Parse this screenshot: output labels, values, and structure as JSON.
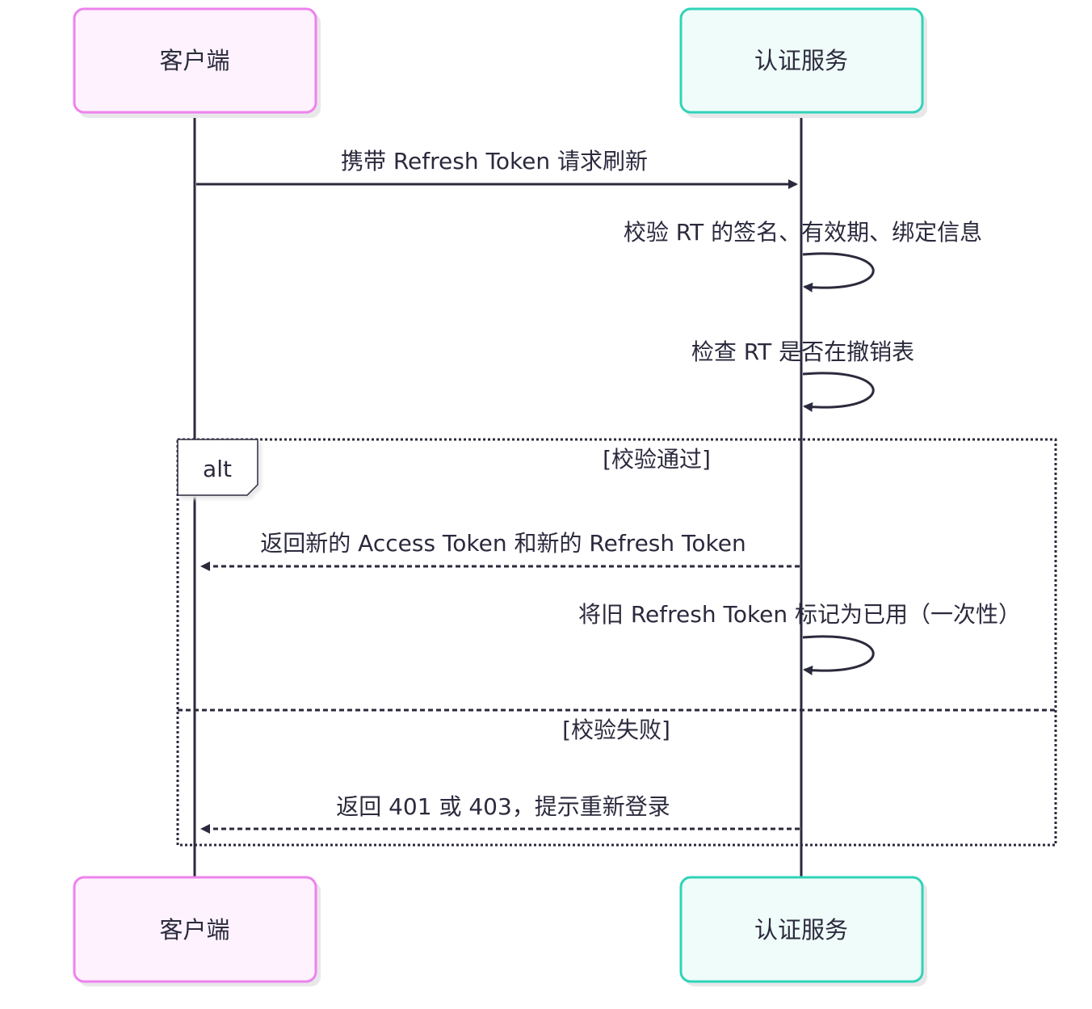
{
  "diagram": {
    "type": "sequence",
    "participants": [
      {
        "id": "client",
        "label": "客户端",
        "border": "#ee82ee",
        "fill": "#fdf2fd"
      },
      {
        "id": "auth",
        "label": "认证服务",
        "border": "#2fd3b8",
        "fill": "#effcf9"
      }
    ],
    "messages": [
      {
        "from": "client",
        "to": "auth",
        "label": "携带 Refresh Token 请求刷新",
        "style": "solid"
      },
      {
        "from": "auth",
        "to": "auth",
        "label": "校验 RT 的签名、有效期、绑定信息",
        "style": "solid"
      },
      {
        "from": "auth",
        "to": "auth",
        "label": "检查 RT 是否在撤销表",
        "style": "solid"
      },
      {
        "from": "auth",
        "to": "client",
        "label": "返回新的 Access Token 和新的 Refresh Token",
        "style": "dashed"
      },
      {
        "from": "auth",
        "to": "auth",
        "label": "将旧 Refresh Token 标记为已用（一次性）",
        "style": "solid"
      },
      {
        "from": "auth",
        "to": "client",
        "label": "返回 401 或 403，提示重新登录",
        "style": "dashed"
      }
    ],
    "fragment": {
      "kind": "alt",
      "sections": [
        {
          "condition": "[校验通过]"
        },
        {
          "condition": "[校验失败]"
        }
      ]
    },
    "colors": {
      "line": "#2b2a3d",
      "text": "#2b2a3d",
      "shadow": "#e8e8ea"
    }
  }
}
